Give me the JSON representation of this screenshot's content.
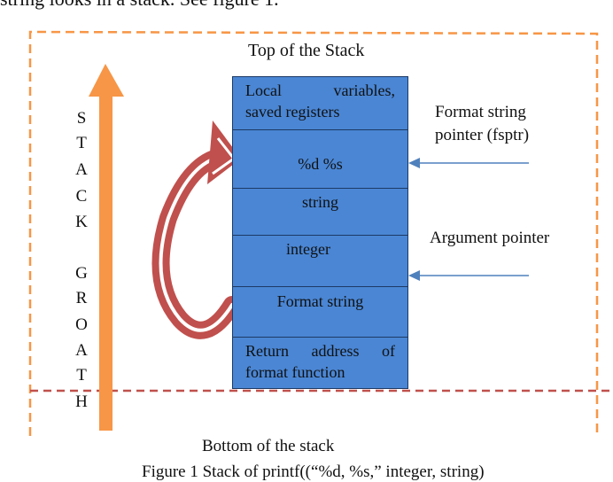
{
  "intro_text": "string looks in a stack. See figure 1.",
  "top_label": "Top of the Stack",
  "bottom_label": "Bottom of the stack",
  "caption": "Figure 1 Stack of printf((“%d, %s,” integer, string)",
  "growth_letters": [
    "S",
    "T",
    "A",
    "C",
    "K",
    "",
    "G",
    "R",
    "O",
    "A",
    "T",
    "H"
  ],
  "stack_cells": [
    {
      "line1": "Local variables,",
      "line2": "saved registers"
    },
    {
      "line1": "%d %s"
    },
    {
      "line1": "string"
    },
    {
      "line1": "integer"
    },
    {
      "line1": "Format string"
    },
    {
      "line1": "Return address of",
      "line2": "format function"
    }
  ],
  "labels": {
    "format_string_pointer_line1": "Format string",
    "format_string_pointer_line2": "pointer (fsptr)",
    "argument_pointer": "Argument pointer"
  },
  "colors": {
    "cell_fill": "#4a86d4",
    "growth_arrow": "#f79646",
    "curved_arrow": "#c0504d",
    "pointer_arrow": "#4f81bd",
    "outer_border": "#f79646",
    "bottom_divider": "#c0504d"
  }
}
